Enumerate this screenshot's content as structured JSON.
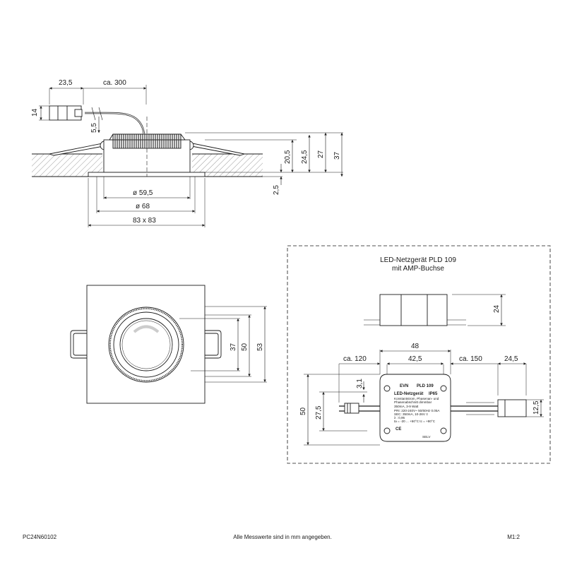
{
  "side_view": {
    "dims": {
      "conn_len": "23,5",
      "cable_len": "ca. 300",
      "conn_height": "14",
      "conn_offset": "5,5",
      "h_20_5": "20,5",
      "h_24_5": "24,5",
      "h_27": "27",
      "h_37": "37",
      "flange": "2,5",
      "dia_59_5": "ø 59,5",
      "dia_68": "ø 68",
      "outer": "83 x 83"
    }
  },
  "front_view": {
    "dims": {
      "d37": "37",
      "d50": "50",
      "d53": "53"
    }
  },
  "driver_box": {
    "title_line1": "LED-Netzgerät PLD 109",
    "title_line2": "mit AMP-Buchse",
    "dims": {
      "height": "24",
      "width48": "48",
      "width42_5": "42,5",
      "cable120": "ca. 120",
      "cable150": "ca. 150",
      "plug24_5": "24,5",
      "d3_1": "3,1",
      "d50": "50",
      "d27_5": "27,5",
      "d12_5": "12,5"
    },
    "label": {
      "brand": "EVN",
      "model": "PLD 109",
      "product_line": "LED-Netzgerät",
      "ip": "IP65",
      "desc1": "Konstantstrom, Phasenan- und",
      "desc2": "Phasenabschnitt dimmbar",
      "power": "350mA, 3-9 Watt",
      "pri": "PRI: 220-240V~  50/60Hz 0.05A",
      "sec": "SEC: 350mA, 10-26V ≡",
      "lambda": "λ : 0,95",
      "temps": "ta = -20 ... +50°C  tc = +80°C",
      "marks": [
        "CE",
        "SELV"
      ]
    }
  },
  "footer": {
    "code": "PC24N60102",
    "note": "Alle Messwerte sind in mm angegeben.",
    "scale": "M1:2"
  }
}
